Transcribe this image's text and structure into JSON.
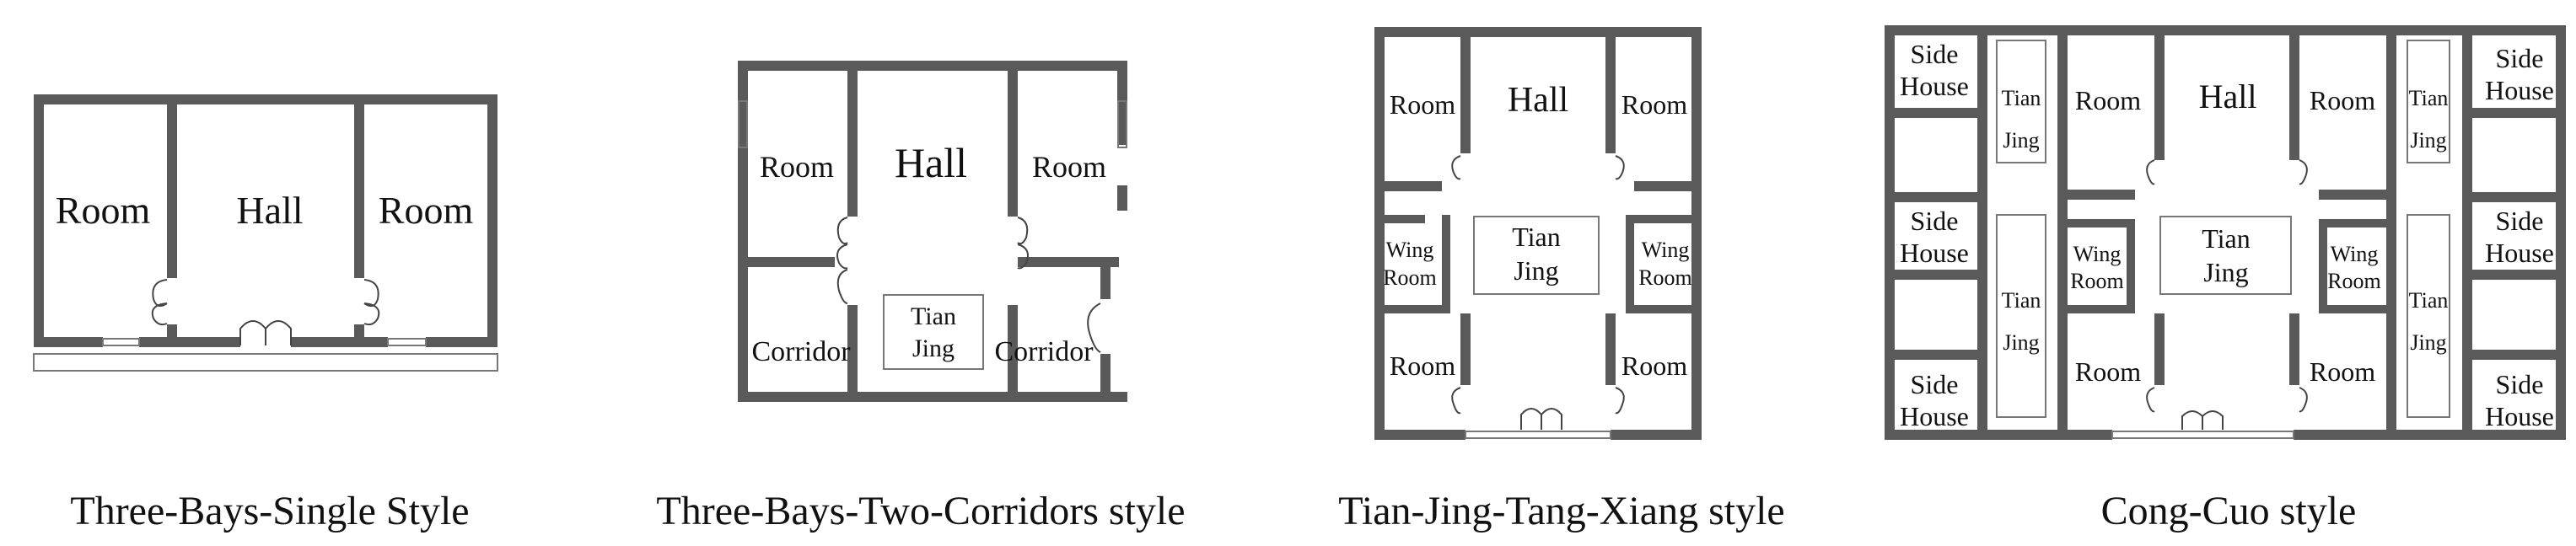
{
  "colors": {
    "wall": "#5a5a5a",
    "line": "#777777",
    "background": "#ffffff",
    "text": "#111111"
  },
  "plans": [
    {
      "caption": "Three-Bays-Single Style",
      "labels": {
        "room_left": "Room",
        "hall": "Hall",
        "room_right": "Room"
      }
    },
    {
      "caption": "Three-Bays-Two-Corridors style",
      "labels": {
        "room_left": "Room",
        "hall": "Hall",
        "room_right": "Room",
        "corridor_left": "Corridor",
        "tianjing_1": "Tian",
        "tianjing_2": "Jing",
        "corridor_right": "Corridor"
      }
    },
    {
      "caption": "Tian-Jing-Tang-Xiang style",
      "labels": {
        "room_tl": "Room",
        "hall": "Hall",
        "room_tr": "Room",
        "tianjing_1": "Tian",
        "tianjing_2": "Jing",
        "wing_l_1": "Wing",
        "wing_l_2": "Room",
        "wing_r_1": "Wing",
        "wing_r_2": "Room",
        "room_bl": "Room",
        "room_br": "Room"
      }
    },
    {
      "caption": "Cong-Cuo style",
      "labels": {
        "side_tl_1": "Side",
        "side_tl_2": "House",
        "side_tr_1": "Side",
        "side_tr_2": "House",
        "side_ml_1": "Side",
        "side_ml_2": "House",
        "side_mr_1": "Side",
        "side_mr_2": "House",
        "side_bl_1": "Side",
        "side_bl_2": "House",
        "side_br_1": "Side",
        "side_br_2": "House",
        "room_tl": "Room",
        "hall": "Hall",
        "room_tr": "Room",
        "tj_lt_1": "Tian",
        "tj_lt_2": "Jing",
        "tj_rt_1": "Tian",
        "tj_rt_2": "Jing",
        "tj_lb_1": "Tian",
        "tj_lb_2": "Jing",
        "tj_rb_1": "Tian",
        "tj_rb_2": "Jing",
        "tj_c_1": "Tian",
        "tj_c_2": "Jing",
        "wing_l_1": "Wing",
        "wing_l_2": "Room",
        "wing_r_1": "Wing",
        "wing_r_2": "Room",
        "room_bl": "Room",
        "room_br": "Room"
      }
    }
  ]
}
